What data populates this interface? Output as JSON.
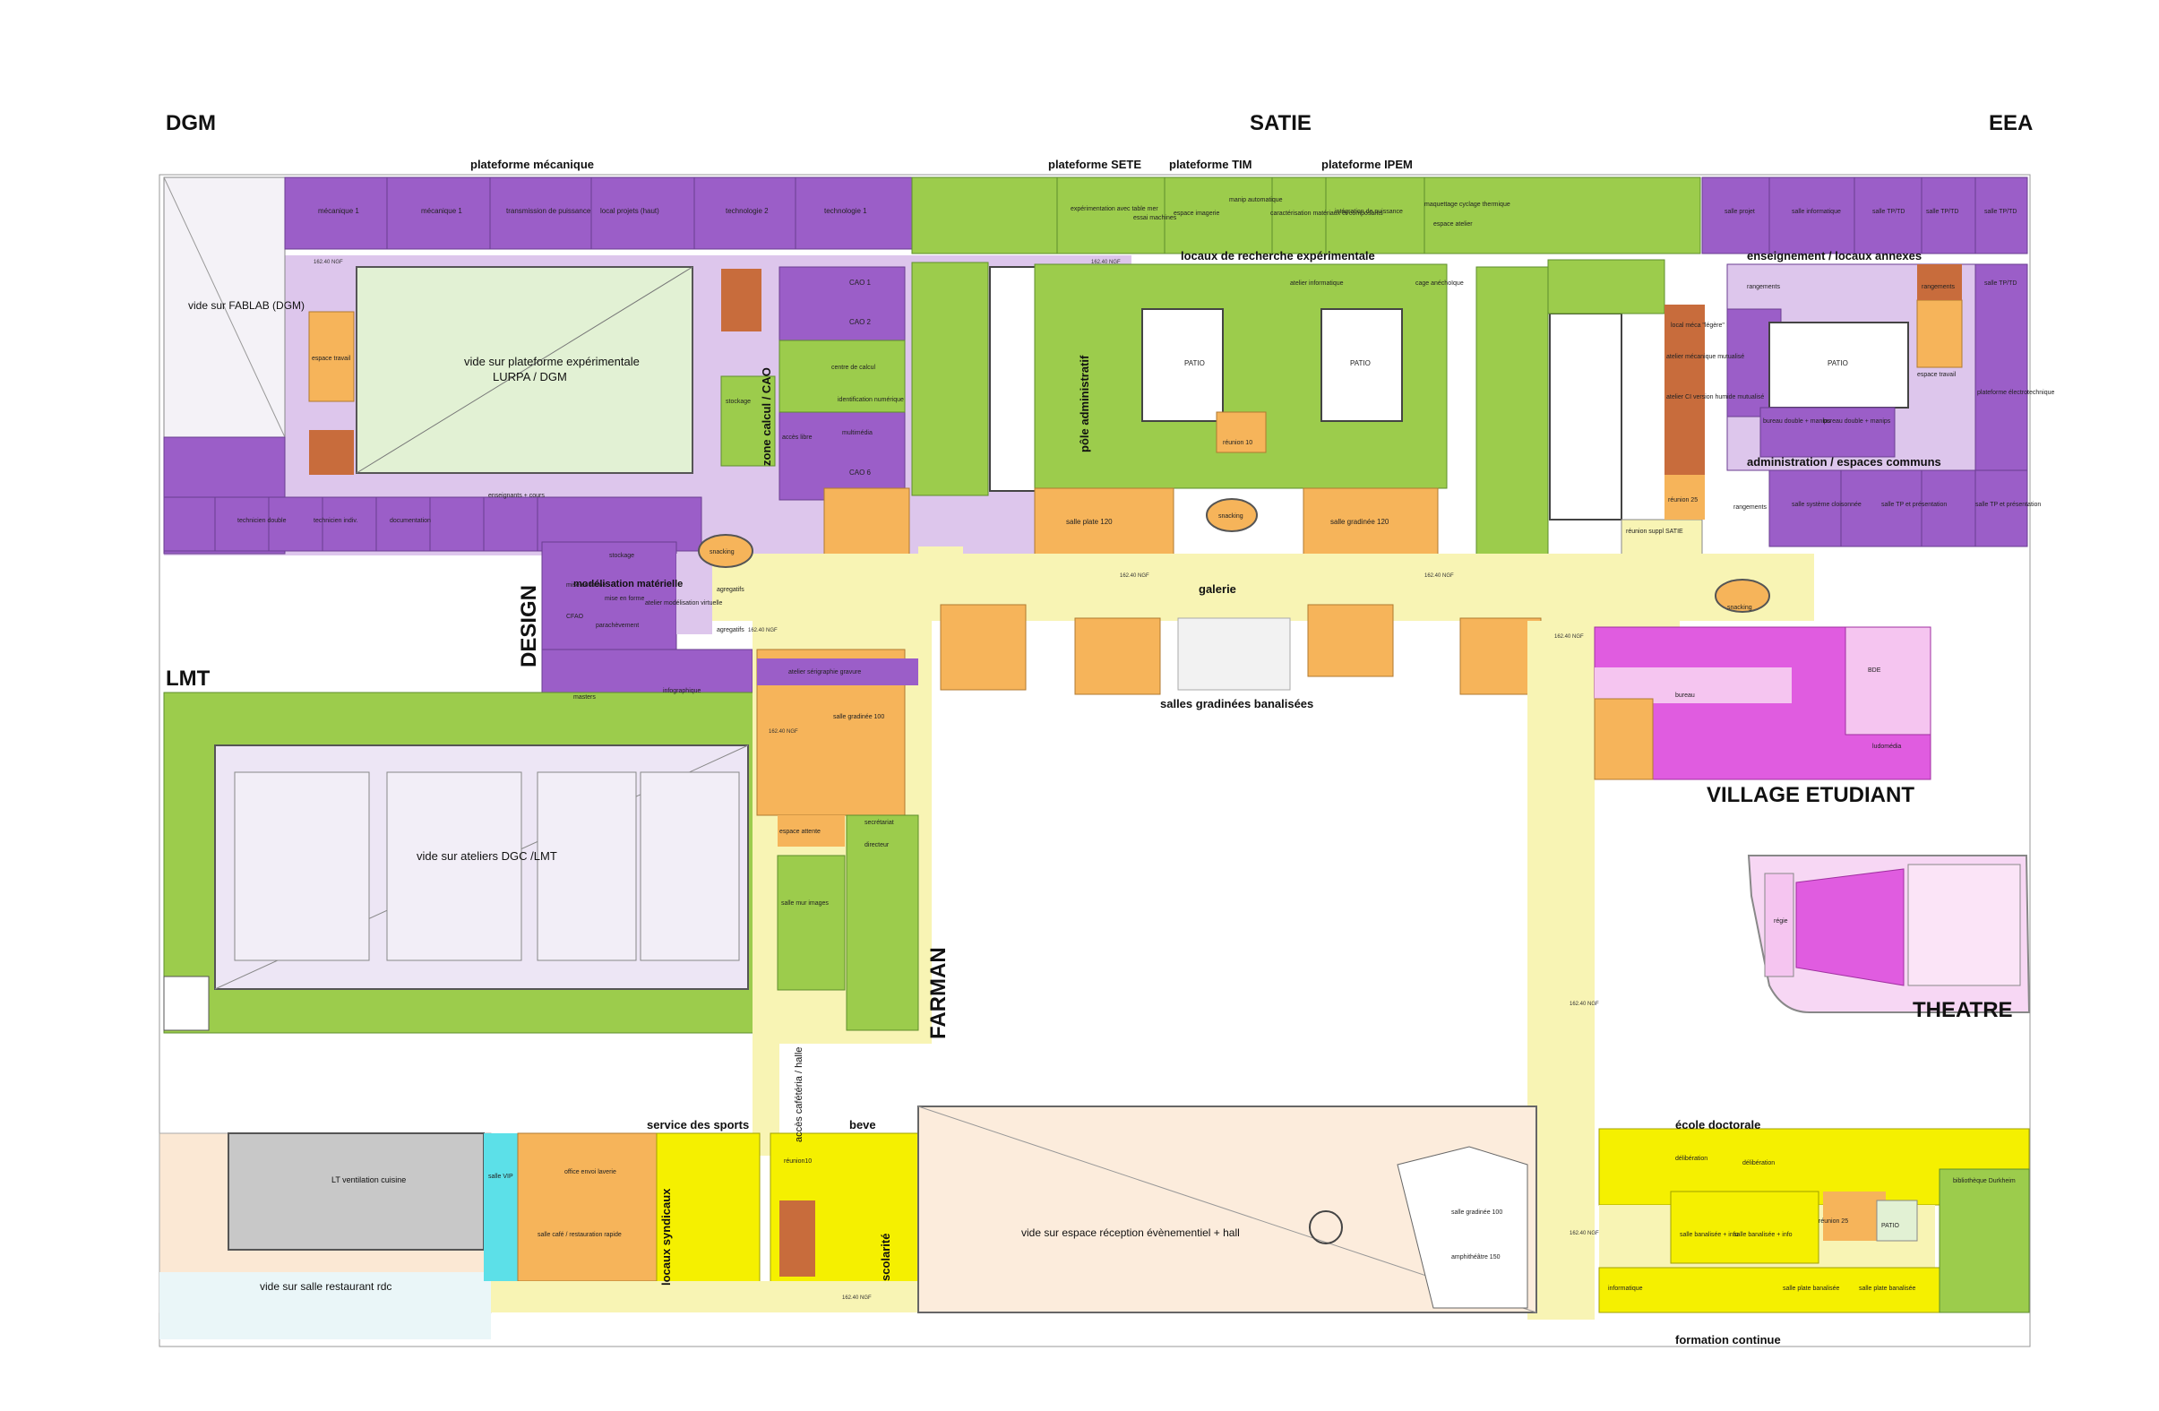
{
  "blocks": {
    "dgm": "DGM",
    "satie": "SATIE",
    "eea": "EEA",
    "lmt": "LMT",
    "design": "DESIGN",
    "farman": "FARMAN",
    "village": "VILLAGE ETUDIANT",
    "theatre": "THEATRE"
  },
  "sections": {
    "plateforme_mecanique": "plateforme mécanique",
    "plateforme_sete": "plateforme SETE",
    "plateforme_tim": "plateforme TIM",
    "plateforme_ipem": "plateforme IPEM",
    "locaux_recherche": "locaux de recherche  expérimentale",
    "enseignement": "enseignement / locaux annexes",
    "administration": "administration / espaces communs",
    "zone_calcul": "zone calcul / CAO",
    "pole_admin": "pôle administratif",
    "galerie": "galerie",
    "salles_gradinees": "salles gradinées banalisées",
    "modelisation": "modélisation matérielle",
    "service_sports": "service des sports",
    "beve": "beve",
    "ecole_doctorale": "école doctorale",
    "formation_continue": "formation continue",
    "locaux_syndicaux": "locaux syndicaux",
    "scolarite": "scolarité",
    "acces_cafeteria": "accès cafétéria / halle"
  },
  "voids": {
    "fablab": "vide sur FABLAB (DGM)",
    "lurpa_1": "vide sur plateforme expérimentale",
    "lurpa_2": "LURPA / DGM",
    "dgc": "vide sur ateliers DGC /LMT",
    "reception": "vide sur espace réception évènementiel + hall",
    "restaurant": "vide sur salle restaurant rdc",
    "ventilation": "LT ventilation cuisine"
  },
  "rooms": {
    "mecanique1a": "mécanique 1",
    "mecanique1b": "mécanique 1",
    "transmission": "transmission de puissance",
    "local_projets": "local projets (haut)",
    "techno2": "technologie 2",
    "techno1": "technologie 1",
    "experimentation": "expérimentation avec table mer",
    "essai_machines": "essai machines",
    "espace_imagerie": "espace imagerie",
    "manip": "manip automatique",
    "caracterisation": "caractérisation matériaux et composants",
    "integration": "intégration de puissance",
    "maquette": "maquettage cyclage thermique",
    "espace_atelier": "espace atelier",
    "salle_projet": "salle projet",
    "salle_info": "salle informatique",
    "tp_1": "salle TP/TD",
    "tp_2": "salle TP/TD",
    "tp_3": "salle TP/TD",
    "tp_4": "salle TP/TD",
    "cao1": "CAO 1",
    "cao2": "CAO 2",
    "cao6": "CAO 6",
    "centre_calcul": "centre de calcul",
    "identification": "identification numérique",
    "multimedia": "multimédia",
    "acces_libre": "accès libre",
    "stockage": "stockage",
    "patio_1": "PATIO",
    "patio_2": "PATIO",
    "patio_3": "PATIO",
    "patio_4": "PATIO",
    "reunion10": "réunion 10",
    "reunion25": "réunion 25",
    "reunion_satie": "réunion suppl SATIE",
    "salle_plate_120": "salle plate 120",
    "salle_gradinee_120": "salle gradinée 120",
    "snacking_1": "snacking",
    "snacking_2": "snacking",
    "snacking_3": "snacking",
    "cage": "cage anéchoïque",
    "atelier_info": "atelier informatique",
    "rangements_1": "rangements",
    "rangements_2": "rangements",
    "rangements_3": "rangements",
    "plateforme_electro": "plateforme électrotechnique",
    "salle_systeme": "salle système cloisonnée",
    "salle_tp_pres_1": "salle TP et présentation",
    "salle_tp_pres_2": "salle TP et présentation",
    "bureau_double_1": "bureau double + manips",
    "bureau_double_2": "bureau double + manips",
    "espace_travail": "espace travail",
    "enseignants": "enseignants + cours",
    "documentation": "documentation",
    "technicien": "technicien double",
    "technicien_indiv": "technicien indiv.",
    "stockage2": "stockage",
    "mise_en_forme_1": "mise en forme",
    "mise_en_forme_2": "mise en forme",
    "cfao": "CFAO",
    "parachevement": "parachèvement",
    "atelier_modelisation": "atelier modélisation virtuelle",
    "agregatifs_1": "agregatifs",
    "agregatifs_2": "agregatifs",
    "masters": "masters",
    "infographique": "infographique",
    "atelier_serigraphie": "atelier sérigraphie gravure",
    "salle_gradinee_100": "salle gradinée 100",
    "salle_gradinee_100b": "salle gradinée 100",
    "secretariat": "secrétariat",
    "directeur": "directeur",
    "salle_mur_images": "salle mur images",
    "espace_attente": "espace attente",
    "bde": "BDE",
    "ludomedia": "ludomédia",
    "bureau": "bureau",
    "regie": "régie",
    "salle_vip": "salle VIP",
    "office": "office envoi laverie",
    "salle_cafe": "salle café / restauration rapide",
    "amphi_150": "amphithéâtre 150",
    "deliberation_1": "délibération",
    "deliberation_2": "délibération",
    "salle_banalisee_1": "salle banalisée + info",
    "salle_banalisee_2": "salle banalisée + info",
    "salle_plate_banalisee_1": "salle plate banalisée",
    "salle_plate_banalisee_2": "salle plate banalisée",
    "informatique": "informatique",
    "bibliotheque": "bibliothèque Durkheim",
    "atelier_meca": "atelier mécanique mutualisé",
    "atelier_ci": "atelier CI version humide mutualisé",
    "local_meca": "local méca \"légère\"",
    "reunion10b": "réunion10"
  },
  "levels": {
    "ngf": "162.40 NGF"
  },
  "colors": {
    "purple": "#9b5ec8",
    "lavender": "#ddc6ec",
    "green": "#9ccc4c",
    "orange": "#f6b45a",
    "yellow": "#f5f000",
    "pale_yellow": "#f8f4b4",
    "magenta": "#e05ce0",
    "pink": "#f5c5f0",
    "brown": "#c86c3c",
    "cyan": "#5ce0e8",
    "grey": "#c8c8c8",
    "peach": "#fbe8d4"
  }
}
